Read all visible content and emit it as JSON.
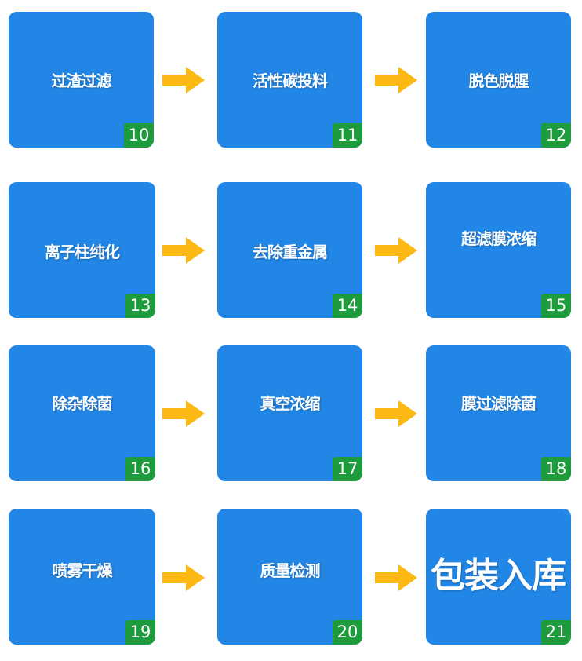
{
  "colors": {
    "box": "#2186e6",
    "badge": "#1e9b3c",
    "arrow": "#fcb813",
    "text": "#ffffff"
  },
  "steps": [
    {
      "label": "过渣过滤",
      "number": "10"
    },
    {
      "label": "活性碳投料",
      "number": "11"
    },
    {
      "label": "脱色脱腥",
      "number": "12"
    },
    {
      "label": "离子柱纯化",
      "number": "13"
    },
    {
      "label": "去除重金属",
      "number": "14"
    },
    {
      "label": "超滤膜浓缩",
      "number": "15"
    },
    {
      "label": "除杂除菌",
      "number": "16"
    },
    {
      "label": "真空浓缩",
      "number": "17"
    },
    {
      "label": "膜过滤除菌",
      "number": "18"
    },
    {
      "label": "喷雾干燥",
      "number": "19"
    },
    {
      "label": "质量检测",
      "number": "20"
    },
    {
      "label": "包装入库",
      "number": "21"
    }
  ],
  "arrow_icon": "arrow-right-icon"
}
